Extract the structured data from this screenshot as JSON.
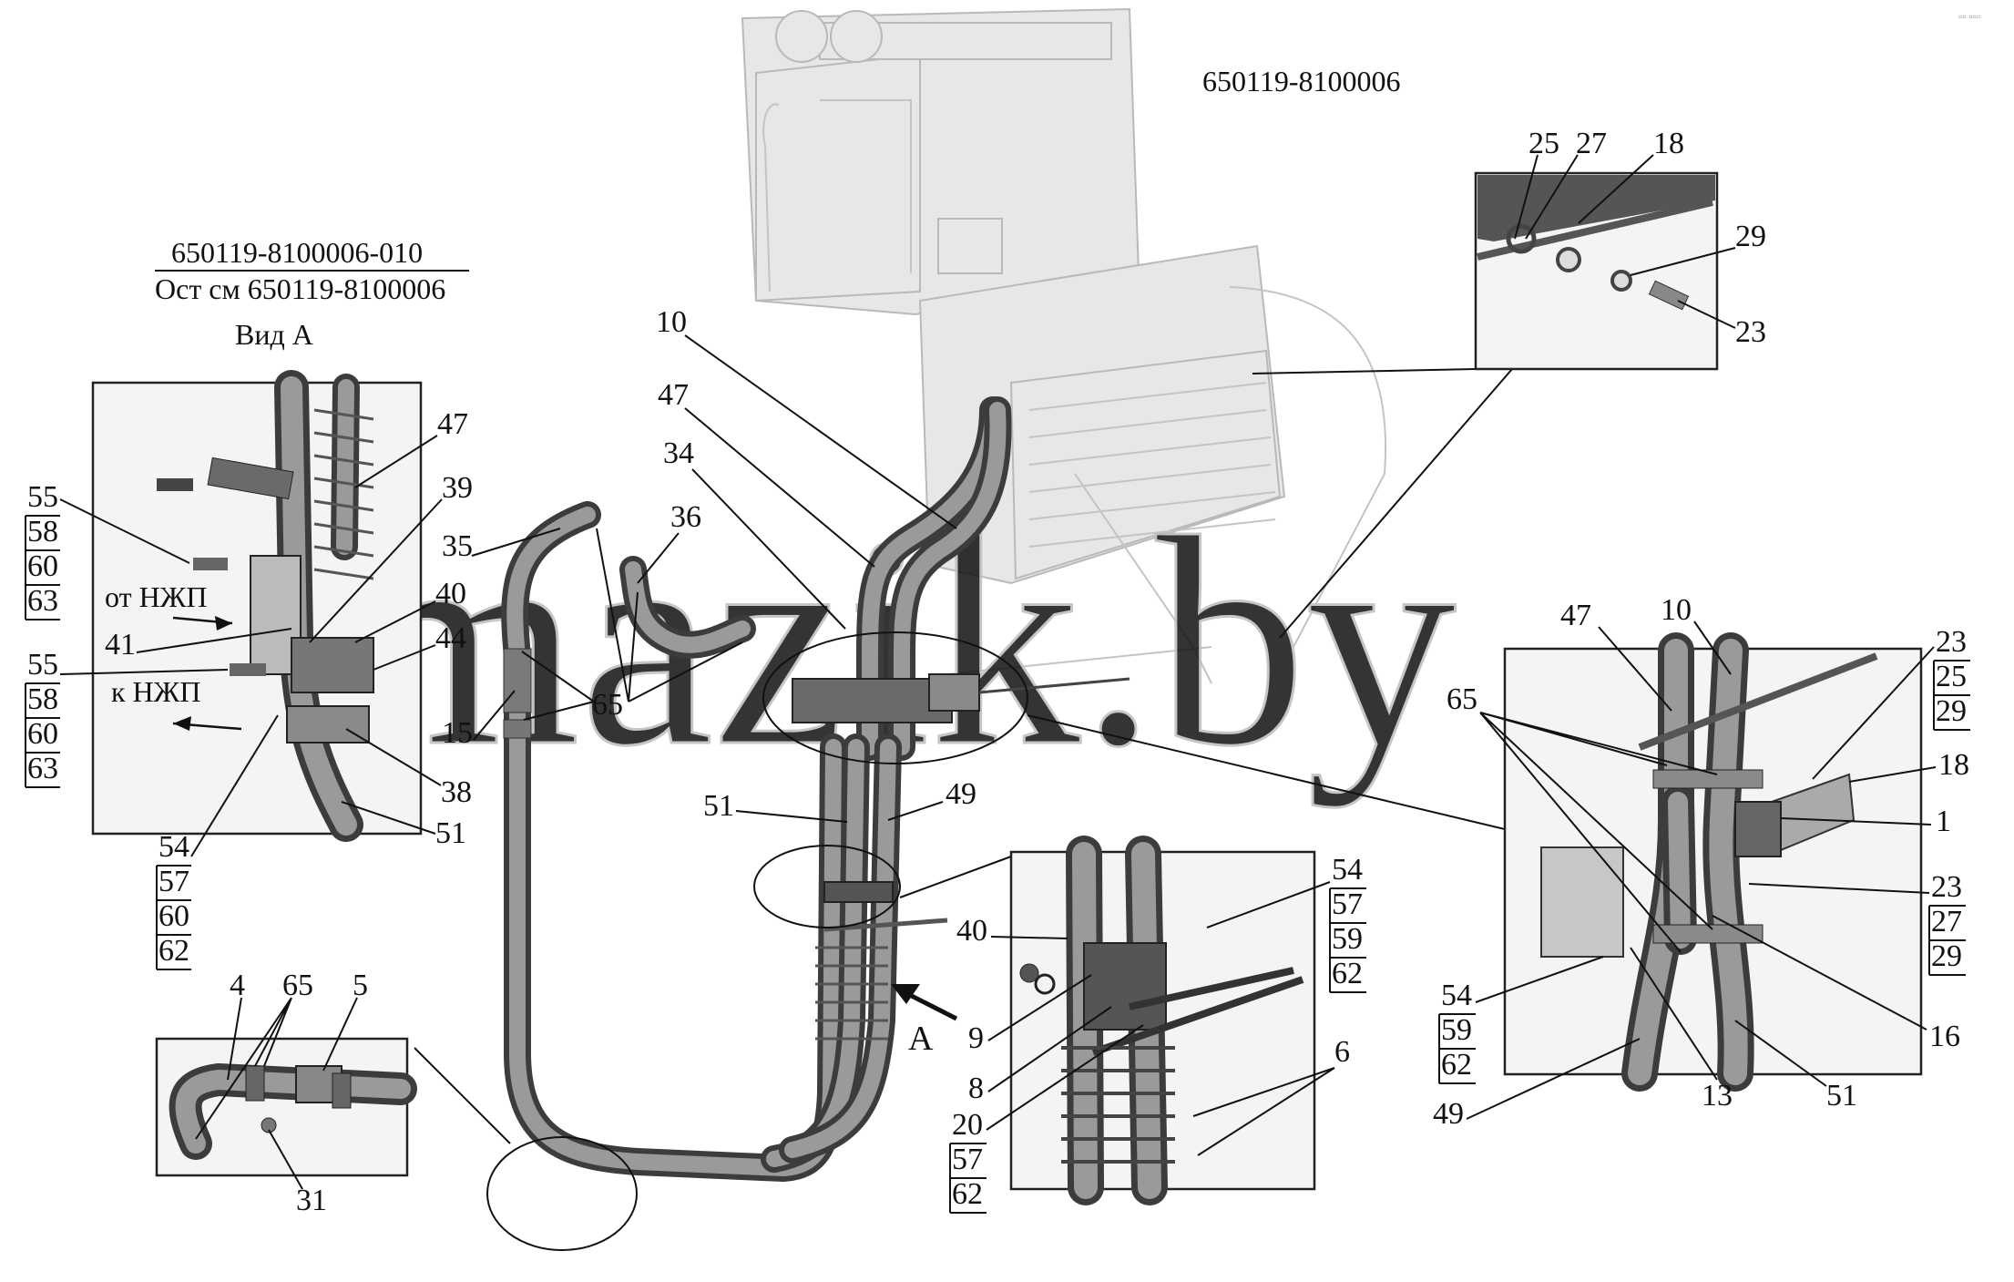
{
  "titles": {
    "main_code": "650119-8100006",
    "variant_code": "650119-8100006-010",
    "variant_note": "Ост см 650119-8100006",
    "view_label": "Вид А"
  },
  "flow_labels": {
    "from_njp": "от НЖП",
    "to_njp": "к НЖП"
  },
  "view_marker": "А",
  "watermark": "mazik.by",
  "corner_mark": "▫▫ ▫▫▫",
  "main_callouts": {
    "c10": "10",
    "c47": "47",
    "c34": "34",
    "c35": "35",
    "c36": "36",
    "c15": "15",
    "c65": "65",
    "c51": "51",
    "c49": "49"
  },
  "view_a_detail": {
    "c47": "47",
    "c39": "39",
    "c40": "40",
    "c44": "44",
    "c41": "41",
    "c38": "38",
    "c51": "51",
    "stack_a": [
      "55",
      "58",
      "60",
      "63"
    ],
    "stack_b": [
      "55",
      "58",
      "60",
      "63"
    ],
    "stack_c": [
      "54",
      "57",
      "60",
      "62"
    ]
  },
  "top_right_detail": {
    "c25": "25",
    "c27": "27",
    "c18": "18",
    "c29": "29",
    "c23": "23"
  },
  "right_detail": {
    "c47": "47",
    "c10": "10",
    "c65": "65",
    "c18": "18",
    "c1": "1",
    "c16": "16",
    "c13": "13",
    "c51": "51",
    "c49": "49",
    "stack_a": [
      "23",
      "25",
      "29"
    ],
    "stack_b": [
      "23",
      "27",
      "29"
    ],
    "stack_c": [
      "54",
      "59",
      "62"
    ]
  },
  "center_detail": {
    "c40": "40",
    "c9": "9",
    "c8": "8",
    "c6": "6",
    "stack_a": [
      "54",
      "57",
      "59",
      "62"
    ],
    "stack_b": [
      "20",
      "57",
      "62"
    ]
  },
  "bottom_left_detail": {
    "c4": "4",
    "c65": "65",
    "c5": "5",
    "c31": "31"
  }
}
